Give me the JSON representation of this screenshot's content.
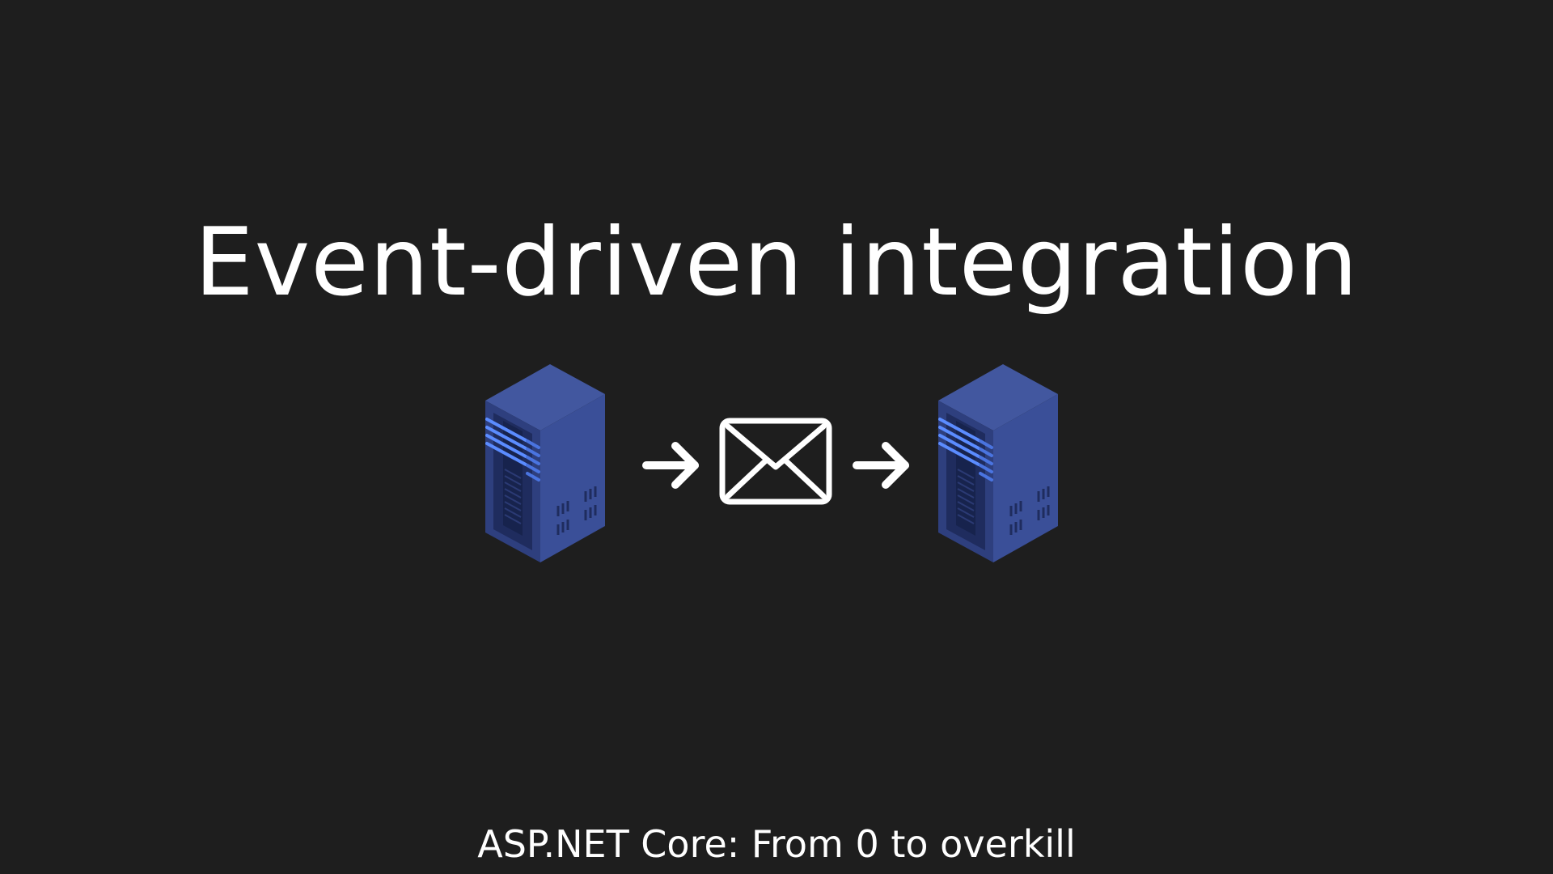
{
  "slide": {
    "title": "Event-driven integration",
    "footer": "ASP.NET Core: From 0 to overkill"
  },
  "diagram": {
    "nodes": [
      {
        "icon": "server-icon",
        "role": "source"
      },
      {
        "icon": "arrow-right-icon"
      },
      {
        "icon": "envelope-icon",
        "role": "message"
      },
      {
        "icon": "arrow-right-icon"
      },
      {
        "icon": "server-icon",
        "role": "destination"
      }
    ],
    "colors": {
      "background": "#1e1e1e",
      "text": "#ffffff",
      "server_front": "#2e3f7e",
      "server_side": "#3a4f98",
      "server_top": "#42579f",
      "server_lights": "#5b8cff",
      "icon_stroke": "#ffffff"
    }
  }
}
